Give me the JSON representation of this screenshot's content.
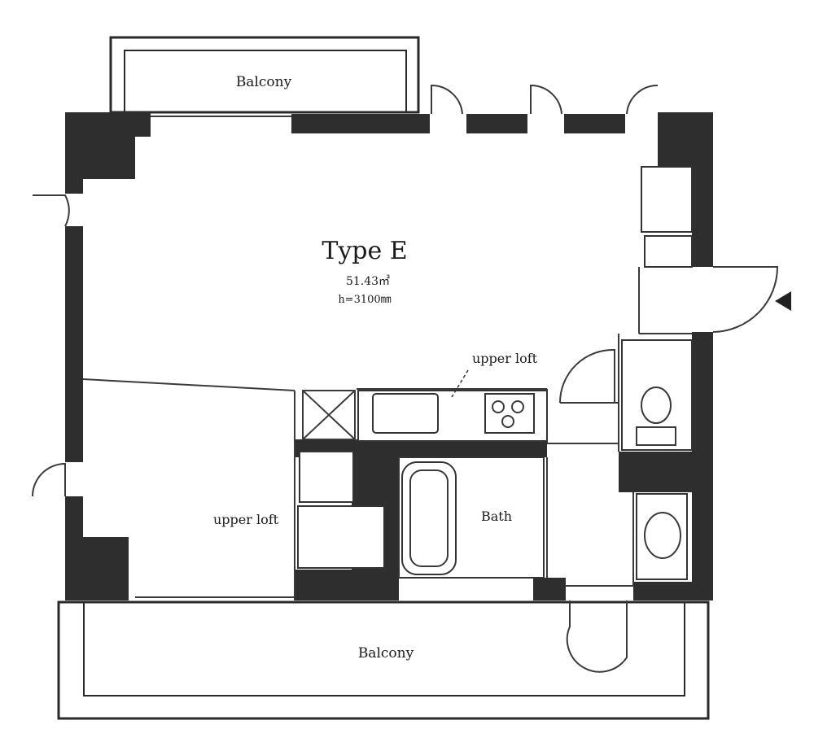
{
  "plan": {
    "type_label": "Type E",
    "area": "51.43㎡",
    "height": "h=3100㎜"
  },
  "rooms": {
    "balcony_top": "Balcony",
    "balcony_bottom": "Balcony",
    "bath": "Bath",
    "upper_loft_kitchen": "upper loft",
    "upper_loft_room": "upper loft"
  },
  "icons": [
    "entrance-arrow-icon",
    "bathtub-icon",
    "toilet-icon",
    "sink-icon",
    "stove-icon"
  ]
}
